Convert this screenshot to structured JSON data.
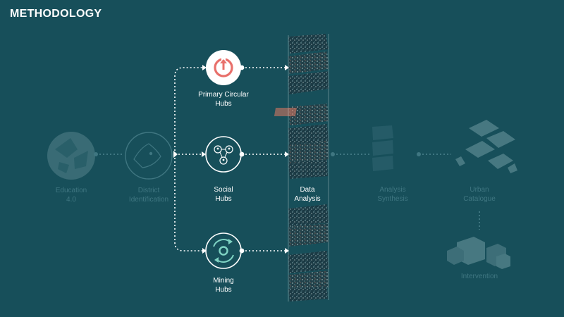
{
  "title": "METHODOLOGY",
  "steps": {
    "education": "Education\n4.0",
    "district": "District\nIdentification",
    "primary_hubs": "Primary Circular\nHubs",
    "social_hubs": "Social\nHubs",
    "mining_hubs": "Mining\nHubs",
    "data_analysis": "Data\nAnalysis",
    "analysis_synthesis": "Analysis\nSynthesis",
    "urban_catalogue": "Urban\nCatalogue",
    "intervention": "Intervention"
  },
  "colors": {
    "background": "#174f5a",
    "primary_accent": "#e8706b",
    "social_accent": "#ffffff",
    "mining_accent": "#7fd3c3",
    "faded": "#3f7681"
  }
}
